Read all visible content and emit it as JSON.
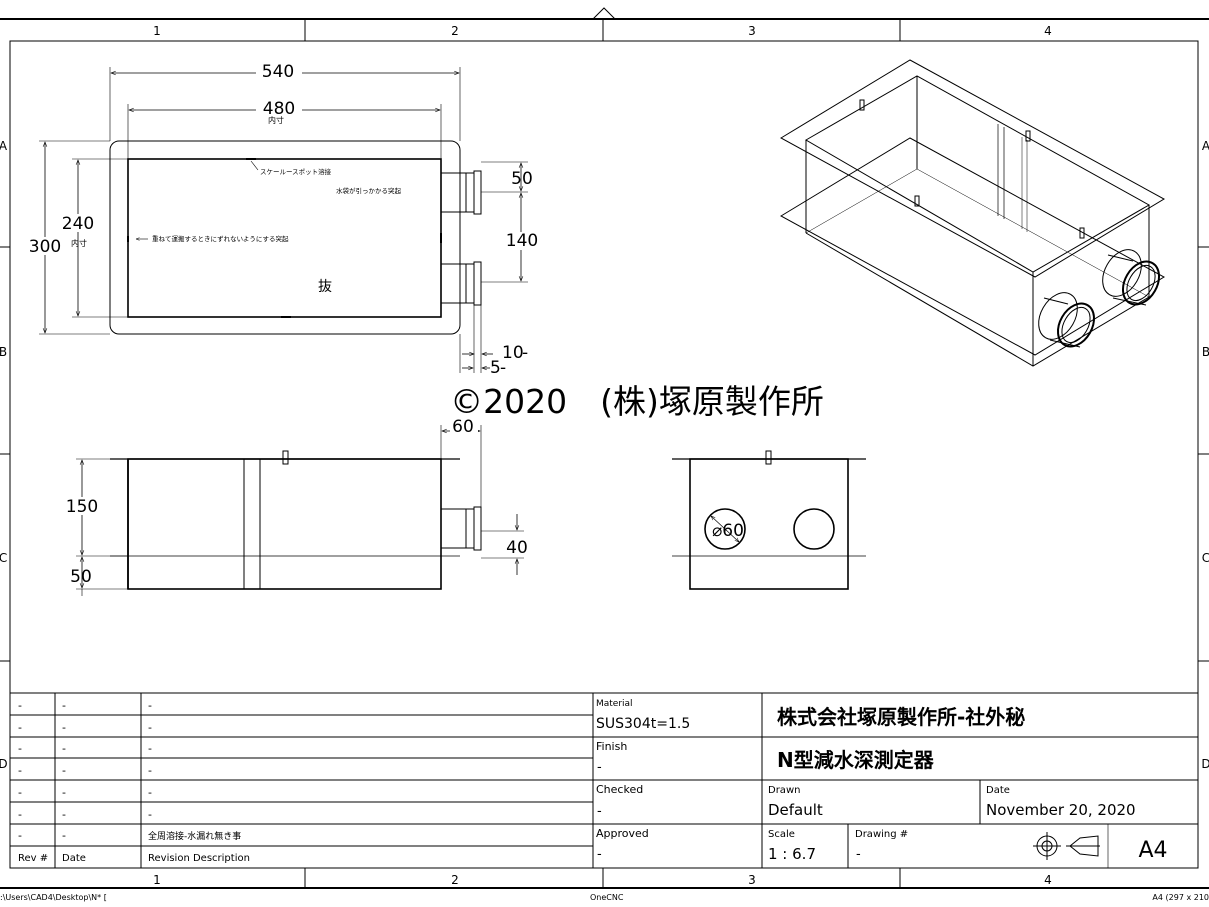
{
  "sheet": {
    "zone_columns": [
      "1",
      "2",
      "3",
      "4"
    ],
    "zone_rows": [
      "A",
      "B",
      "C",
      "D"
    ]
  },
  "watermark": "©2020　(株)塚原製作所",
  "top_view": {
    "dims": {
      "outer_width": "540",
      "inner_width": "480",
      "inner_width_note": "内寸",
      "outer_height": "300",
      "inner_height": "240",
      "inner_height_note": "内寸",
      "pipe_offset": "50",
      "pipe_spacing": "140",
      "flange_10": "10",
      "flange_5": "5"
    },
    "notes": {
      "scale_spot": "スケールースポット溶接",
      "bag_catch": "水袋が引っかかる突起",
      "stack_note": "重ねて運搬するときにずれないようにする突起",
      "draft": "抜"
    }
  },
  "side_view": {
    "dims": {
      "pipe_length": "60",
      "height": "150",
      "bottom": "50",
      "pipe_dia": "40"
    }
  },
  "end_view": {
    "dims": {
      "hole_dia": "⌀60"
    }
  },
  "revision_table": {
    "rows": [
      [
        "-",
        "-",
        "-"
      ],
      [
        "-",
        "-",
        "-"
      ],
      [
        "-",
        "-",
        "-"
      ],
      [
        "-",
        "-",
        "-"
      ],
      [
        "-",
        "-",
        "-"
      ],
      [
        "-",
        "-",
        "-"
      ],
      [
        "-",
        "-",
        "全周溶接-水漏れ無き事"
      ]
    ],
    "headers": [
      "Rev #",
      "Date",
      "Revision Description"
    ]
  },
  "title_block": {
    "material_label": "Material",
    "material_value": "SUS304t=1.5",
    "finish_label": "Finish",
    "finish_value": "-",
    "checked_label": "Checked",
    "checked_value": "-",
    "approved_label": "Approved",
    "approved_value": "-",
    "company": "株式会社塚原製作所-社外秘",
    "part_name": "N型減水深測定器",
    "drawn_label": "Drawn",
    "drawn_value": "Default",
    "date_label": "Date",
    "date_value": "November 20, 2020",
    "scale_label": "Scale",
    "scale_value": "1 : 6.7",
    "drawing_no_label": "Drawing #",
    "drawing_no_value": "-",
    "sheet_size": "A4"
  },
  "footer": {
    "path": ":\\Users\\CAD4\\Desktop\\N* [",
    "app": "OneCNC",
    "size_note": "A4  (297 x 210"
  }
}
